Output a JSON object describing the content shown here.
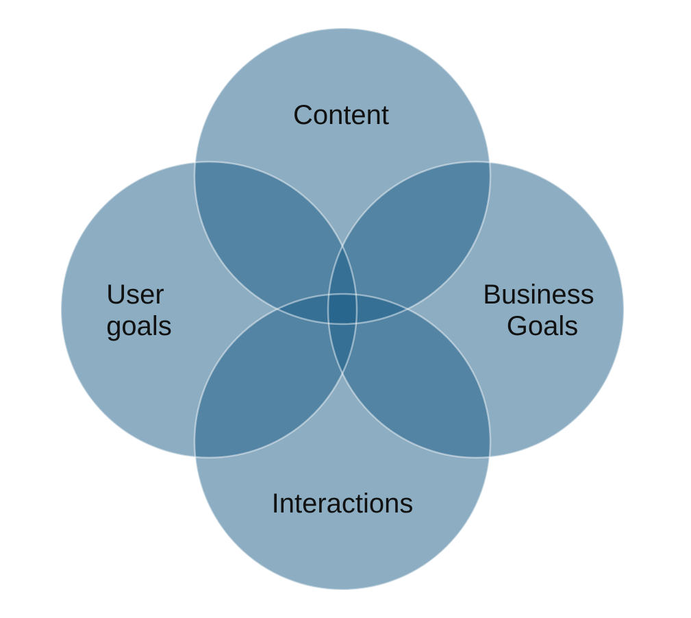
{
  "venn": {
    "type": "venn-diagram-4-circles",
    "background_color": "#ffffff",
    "circle_fill": "#1A5C86",
    "circle_fill_opacity": "0.5",
    "circle_stroke": "rgba(255,255,255,0.45)",
    "circle_stroke_width": "2.5",
    "label_color": "#111111",
    "circles": [
      {
        "name": "content",
        "position": "top",
        "label": "Content",
        "lines": [
          "Content"
        ]
      },
      {
        "name": "user-goals",
        "position": "left",
        "label": "User goals",
        "lines": [
          "User",
          "goals"
        ]
      },
      {
        "name": "business-goals",
        "position": "right",
        "label": "Business Goals",
        "lines": [
          "Business",
          "Goals"
        ]
      },
      {
        "name": "interactions",
        "position": "bottom",
        "label": "Interactions",
        "lines": [
          "Interactions"
        ]
      }
    ]
  }
}
